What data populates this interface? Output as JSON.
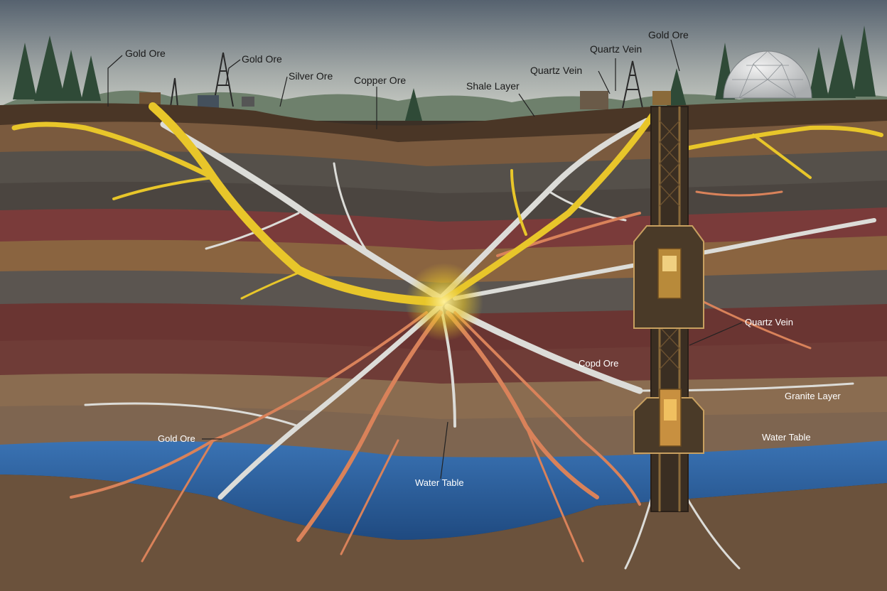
{
  "colors": {
    "sky_top": "#5d6b7a",
    "sky_bottom": "#c9cdc6",
    "gold_vein": "#e8c62a",
    "silver_vein": "#d9d9d6",
    "copper_vein": "#d9825a",
    "water": "#2d5f9c",
    "bedrock": "#6b523c"
  },
  "labels": {
    "surface": [
      {
        "id": "gold-ore-1",
        "text": "Gold Ore"
      },
      {
        "id": "gold-ore-2",
        "text": "Gold Ore"
      },
      {
        "id": "silver-ore",
        "text": "Silver Ore"
      },
      {
        "id": "copper-ore",
        "text": "Copper Ore"
      },
      {
        "id": "shale-layer",
        "text": "Shale Layer"
      },
      {
        "id": "quartz-vein-1",
        "text": "Quartz Vein"
      },
      {
        "id": "quartz-vein-2",
        "text": "Quartz Vein"
      },
      {
        "id": "gold-ore-3",
        "text": "Gold Ore"
      }
    ],
    "underground": [
      {
        "id": "quartz-vein-3",
        "text": "Quartz Vein"
      },
      {
        "id": "copd-ore",
        "text": "Copd Ore"
      },
      {
        "id": "granite-layer",
        "text": "Granite Layer"
      },
      {
        "id": "water-table-right",
        "text": "Water Table"
      },
      {
        "id": "gold-ore-left",
        "text": "Gold Ore"
      },
      {
        "id": "water-table-center",
        "text": "Water Table"
      }
    ]
  }
}
